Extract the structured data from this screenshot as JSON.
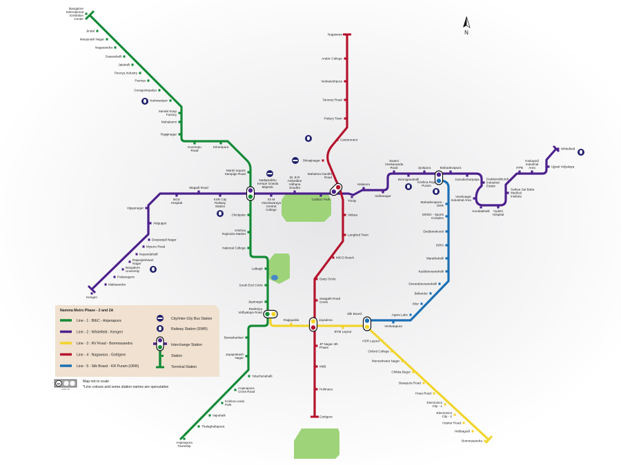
{
  "compass": {
    "label": "N"
  },
  "colors": {
    "line1": "#138a36",
    "line2": "#4b1f8c",
    "line3": "#f2d42a",
    "line4": "#b5122c",
    "line5": "#1a6fb4",
    "park": "#9fd37a",
    "legend_bg": "#f0e1d0",
    "icon": "#1f1f6b"
  },
  "lines": {
    "line1": [
      "Bangalore International Exhibition Center",
      "Jindal",
      "Manjunath Nagar",
      "Nagasandra",
      "Dasarahalli",
      "Jalahalli",
      "Peenya Industry",
      "Peenya",
      "Goraguntepalya",
      "Yeshwantpur",
      "Sandal Soap Factory",
      "Mahalaxmi",
      "Rajajinagar",
      "Kuvempu Road",
      "Srirampura",
      "Mantri square Sampige Road",
      "Nadaprabhu Kempe Gowda Majestic",
      "Chickpete",
      "Krishna Rajendra Market",
      "National College",
      "Lalbagh",
      "South End Circle",
      "Jayanagar",
      "Rashtriya Vidhyalaya Road",
      "Banashankari",
      "Jayaprakash Nagar",
      "Yelachenahalli",
      "Anjanapura Cross Road",
      "Krishna Leela Park",
      "Vajrahalli",
      "Thalaghattapura",
      "Anjanapura Township"
    ],
    "line2": [
      "Kengeri",
      "Mailasandra",
      "Pattanagere",
      "Bangalore University",
      "Rajarajeshwari Nagar",
      "Nayandahalli",
      "Mysuru Road",
      "Deepanjali Nagar",
      "Attiguppe",
      "Vijayanagar",
      "BGS Hospital",
      "Magadi Road",
      "KSR City Railway Station",
      "Sir M Visveswaraya Central College",
      "Dr. B R Ambedkar Vidhana Soudha",
      "Cubbon Park",
      "Mahatma Gandhi Road",
      "Trinity",
      "Halasuru",
      "Indiranagar",
      "Swami Vivekananda Road",
      "Benniganahalli",
      "Jyotipura",
      "Krishna Raja Puram",
      "Mahadevapura",
      "Garudacharpalya",
      "Doddanekkundi Industrial Estate",
      "Viveknagar Industrial Area",
      "Kundalahalli",
      "Vydehi Hospital",
      "Sathya Sai Baba Medical Institute",
      "ITPB",
      "Kadugodi Industrial Area",
      "Ujjwal Vidyalaya",
      "Whitefield"
    ],
    "line3": [
      "Ragigudda",
      "Jayadeva",
      "BTM Layout",
      "Silk Board",
      "HSR Layout",
      "Oxford College",
      "Muneshwara Nagar",
      "Chikka Begur",
      "Basapura Road",
      "Hosa Road",
      "Electronics City - 1",
      "Electronics City - 2",
      "Huskur Road",
      "Hebbagodi",
      "Bommasandra"
    ],
    "line4": [
      "Nagawara",
      "Arabic College",
      "Venkateshpura",
      "Tannery Road",
      "Pottery Town",
      "Cantonment",
      "Shivajinagar",
      "Vellara",
      "Langford Town",
      "MICO Bosch",
      "Dairy Circle",
      "Swagath Road Cross",
      "JP Nagar 4th Phase",
      "IIMB",
      "Hulimavu",
      "Gottigere"
    ],
    "line5": [
      "Mahadevapura - ORR",
      "DRDO - Sports Complex",
      "Doddanekundi",
      "ISRO",
      "Marathahalli",
      "Kadubeesanahalli",
      "Devarabeesanahalli",
      "Bellandur",
      "Iblur",
      "Agara Lake",
      "Venkatapura"
    ]
  },
  "legend": {
    "title": "Namma Metro Phase - 2 and 2A",
    "lines": [
      "Line - 1 : BIEC - Anjanapura",
      "Line - 2 : Whitefield - Kengeri",
      "Line - 3 : RV Road - Bommasandra",
      "Line - 4 : Nagawara - Gottigere",
      "Line - 5 : Silk Board - KR Puram (ORR)"
    ],
    "symbols": [
      "City/Inter-City Bus Station",
      "Railway Station (SWR)",
      "Interchange Station",
      "Station",
      "Terminal Station"
    ],
    "notes": [
      "Map not to scale",
      "*Line colours and some station names are speculative"
    ],
    "license": "CC BY SA"
  }
}
